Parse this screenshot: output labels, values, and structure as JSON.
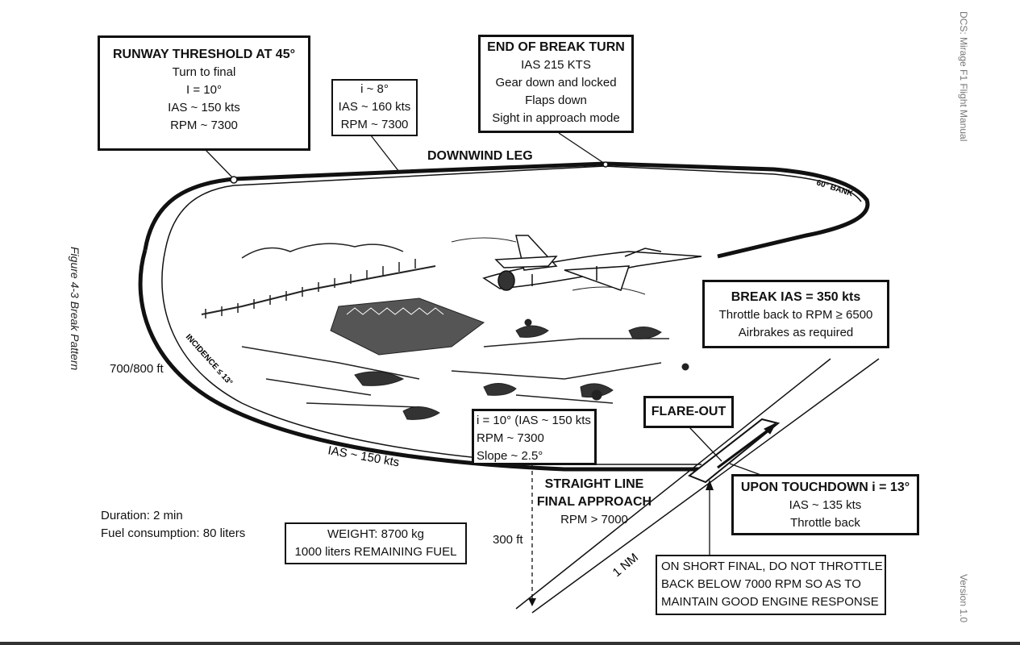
{
  "side_right": {
    "manual": "DCS: Mirage F1 Flight Manual",
    "version": "Version 1.0"
  },
  "side_left": {
    "figure": "Figure 4-3 Break Pattern"
  },
  "boxes": {
    "threshold": {
      "title": "RUNWAY THRESHOLD AT 45°",
      "lines": [
        "Turn to final",
        "I = 10°",
        "IAS ~ 150 kts",
        "RPM ~ 7300"
      ]
    },
    "downwind_params": {
      "lines": [
        "i ~ 8°",
        "IAS ~ 160 kts",
        "RPM ~ 7300"
      ]
    },
    "end_break": {
      "title": "END OF BREAK TURN",
      "lines": [
        "IAS 215 KTS",
        "Gear down and locked",
        "Flaps down",
        "Sight in approach mode"
      ]
    },
    "break_ias": {
      "title": "BREAK IAS = 350 kts",
      "lines": [
        "Throttle back to RPM ≥ 6500",
        "Airbrakes as required"
      ]
    },
    "final_params": {
      "lines": [
        "i = 10° (IAS ~ 150 kts",
        "RPM ~ 7300",
        "Slope ~ 2.5°"
      ]
    },
    "flare": {
      "title": "FLARE-OUT"
    },
    "touchdown": {
      "title": "UPON TOUCHDOWN i = 13°",
      "lines": [
        "IAS ~ 135 kts",
        "Throttle back"
      ]
    },
    "weight": {
      "lines": [
        "WEIGHT: 8700 kg",
        "1000 liters REMAINING FUEL"
      ]
    },
    "short_final": {
      "lines": [
        "ON SHORT FINAL, DO NOT THROTTLE",
        "BACK BELOW 7000 RPM SO AS TO",
        "MAINTAIN GOOD ENGINE RESPONSE"
      ]
    }
  },
  "labels": {
    "downwind_leg": "DOWNWIND LEG",
    "bank": "60° BANK",
    "incidence": "INCIDENCE ≤ 13°",
    "altitude": "700/800 ft",
    "ias_base": "IAS ~ 150 kts",
    "straight_line": [
      "STRAIGHT LINE",
      "FINAL APPROACH",
      "RPM > 7000"
    ],
    "duration": "Duration: 2 min",
    "fuel": "Fuel consumption: 80 liters",
    "height_300": "300 ft",
    "distance": "1 NM"
  },
  "colors": {
    "ink": "#111111",
    "paper": "#ffffff",
    "side_text": "#777777"
  }
}
